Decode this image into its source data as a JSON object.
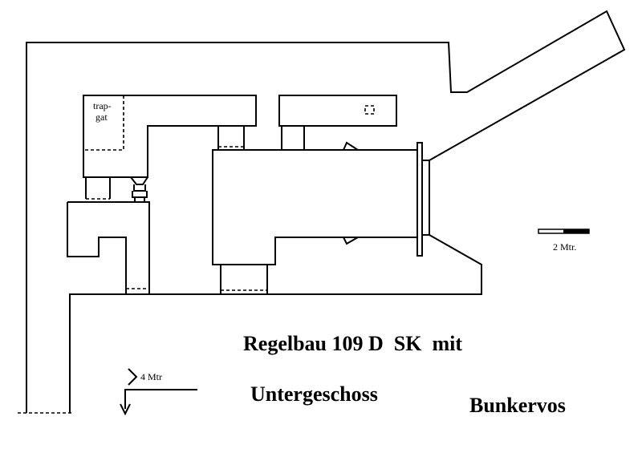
{
  "labels": {
    "stairwell": [
      "trap-",
      "gat"
    ],
    "scale_bar": "2 Mtr.",
    "level_mark": "4 Mtr",
    "title_line1": "Regelbau 109 D  SK  mit",
    "title_line2": "Untergeschoss",
    "signature": "Bunkervos"
  }
}
